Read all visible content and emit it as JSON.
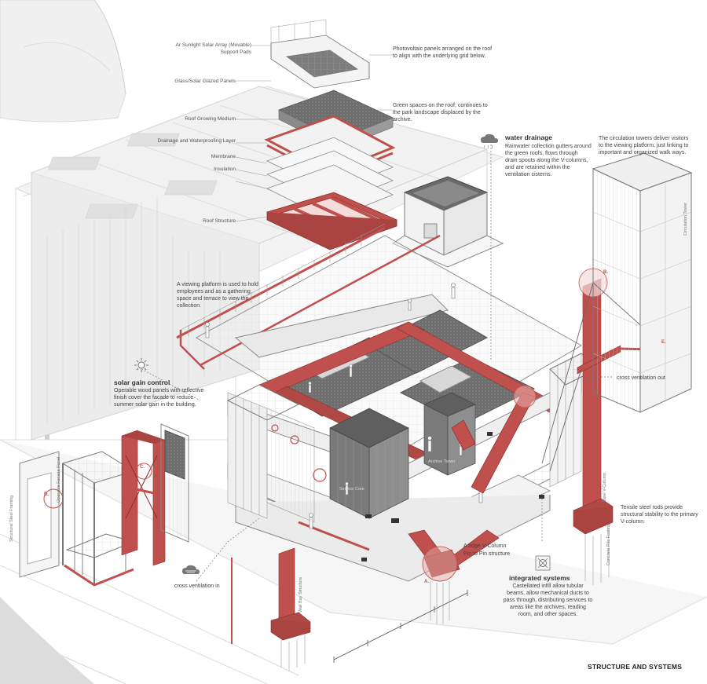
{
  "title": "STRUCTURE AND SYSTEMS",
  "roof_labels": [
    "Ar Sunlight Solar Array (Movable) Support Pads",
    "Photovoltaic panels arranged on the roof to align with the underlying grid below.",
    "Glass/Solar Glazed Panels",
    "Green spaces on the roof; continues to the park landscape displaced by the archive.",
    "Roof Growing Medium",
    "Drainage and Waterproofing Layer",
    "Membrane",
    "Insulation",
    "Roof Structure"
  ],
  "annotations": {
    "water_drainage_title": "water drainage",
    "water_drainage_body": "Rainwater collection gutters around the green roofs, flows through drain spouts along the V-columns, and are retained within the ventilation cisterns.",
    "circulation_body": "The circulation towers deliver visitors to the viewing platform, just linking to important and organized walk ways.",
    "viewing_platform_body": "A viewing platform is used to hold employees and as a gathering space and terrace to view the collection.",
    "solar_title": "solar gain control",
    "solar_body": "Operable wood panels with reflective finish cover the facade to reduce summer solar gain in the building.",
    "cross_vent_out": "cross ventilation out",
    "cross_vent_in": "cross ventilation in",
    "tensile_body": "Tensile steel rods provide structural stability to the primary V-column.",
    "vcol_title": "A ridge V-Column",
    "vcol_body": "Pin to Pin structure",
    "integrated_title": "integrated systems",
    "integrated_body": "Castellated infill allow tubular beams, allow mechanical ducts to pass through, distributing services to areas like the archives, reading room, and other spaces."
  },
  "markers": [
    "A.",
    "B.",
    "C.",
    "D.",
    "E."
  ],
  "small_labels": {
    "tower_right": "Circulation Tower",
    "column_right": "Steel V-Column",
    "footing": "Concrete Pile Footing",
    "left_frame": "Structural Steel Framing",
    "left_panel": "Operable Facade Panel",
    "wall_bay": "Wall Bay Structure",
    "core_label": "Service Core",
    "archive_label": "Archive Tower"
  },
  "colors": {
    "structure_red": "#c0504d",
    "red_light": "#e6a9a6",
    "line": "#6b6b6b",
    "light_line": "#bdbdbd",
    "ghost": "#d9d9d9",
    "panel_grey": "#8c8c8c",
    "dark_grey": "#595959"
  },
  "icons": [
    "cloud-drainage-icon",
    "sun-icon",
    "wind-in-icon",
    "systems-box-icon"
  ]
}
